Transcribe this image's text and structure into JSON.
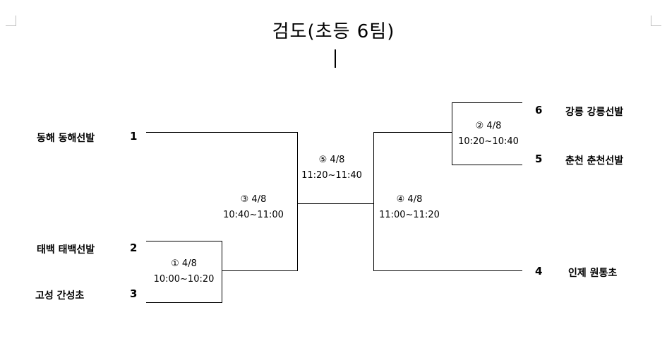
{
  "title": "검도(초등 6팀)",
  "teams": {
    "t1": {
      "name": "동해 동해선발",
      "seed": "1"
    },
    "t2": {
      "name": "태백 태백선발",
      "seed": "2"
    },
    "t3": {
      "name": "고성  간성초",
      "seed": "3"
    },
    "t4": {
      "name": "인제  원통초",
      "seed": "4"
    },
    "t5": {
      "name": "춘천 춘천선발",
      "seed": "5"
    },
    "t6": {
      "name": "강릉 강릉선발",
      "seed": "6"
    }
  },
  "matches": {
    "m1": {
      "label": "① 4/8",
      "time": "10:00~10:20"
    },
    "m2": {
      "label": "② 4/8",
      "time": "10:20~10:40"
    },
    "m3": {
      "label": "③ 4/8",
      "time": "10:40~11:00"
    },
    "m4": {
      "label": "④ 4/8",
      "time": "11:00~11:20"
    },
    "m5": {
      "label": "⑤ 4/8",
      "time": "11:20~11:40"
    }
  }
}
